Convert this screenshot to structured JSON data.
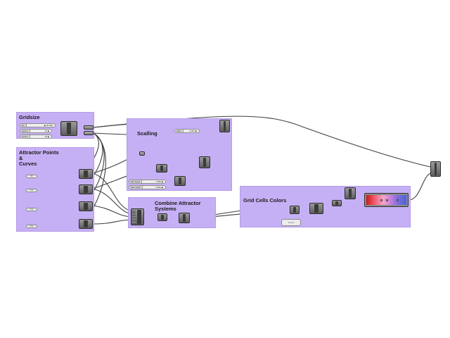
{
  "groups": {
    "gridsize": "Gridsize",
    "attractors": "Attractor Points\n&\nCurves",
    "scaling": "Scalling",
    "combine": "Combine Attractor Systems",
    "colors": "Grid Cells Colors"
  },
  "sliders": {
    "gridsize_1": {
      "label": "Ex",
      "value": "◆ 40.000"
    },
    "gridsize_2": {
      "label": "Extent",
      "value": "10 ◆"
    },
    "gridsize_3": {
      "label": "Extent",
      "value": "10 ◆"
    },
    "scaling_main": {
      "label": "Ratio",
      "value": "0.200 ◆"
    },
    "scaling_min": {
      "label": "Min Scale",
      "value": "1.000 ◆"
    },
    "scaling_max": {
      "label": "Max Scale",
      "value": "3.000 ◆"
    }
  },
  "params": {
    "attractor_1": "Pt",
    "attractor_2": "Crv",
    "attractor_3": "Crv",
    "attractor_4": "Crv"
  },
  "panels": {
    "colors_panel": "0, 0, 0"
  },
  "colors": {
    "group_fill": "#c6b0f5",
    "wire": "#3f3f3f",
    "component_dark": "#3a3a3a",
    "gradient_start": "#c81a1a",
    "gradient_mid": "#f3a6c8",
    "gradient_end": "#4b63d8"
  }
}
